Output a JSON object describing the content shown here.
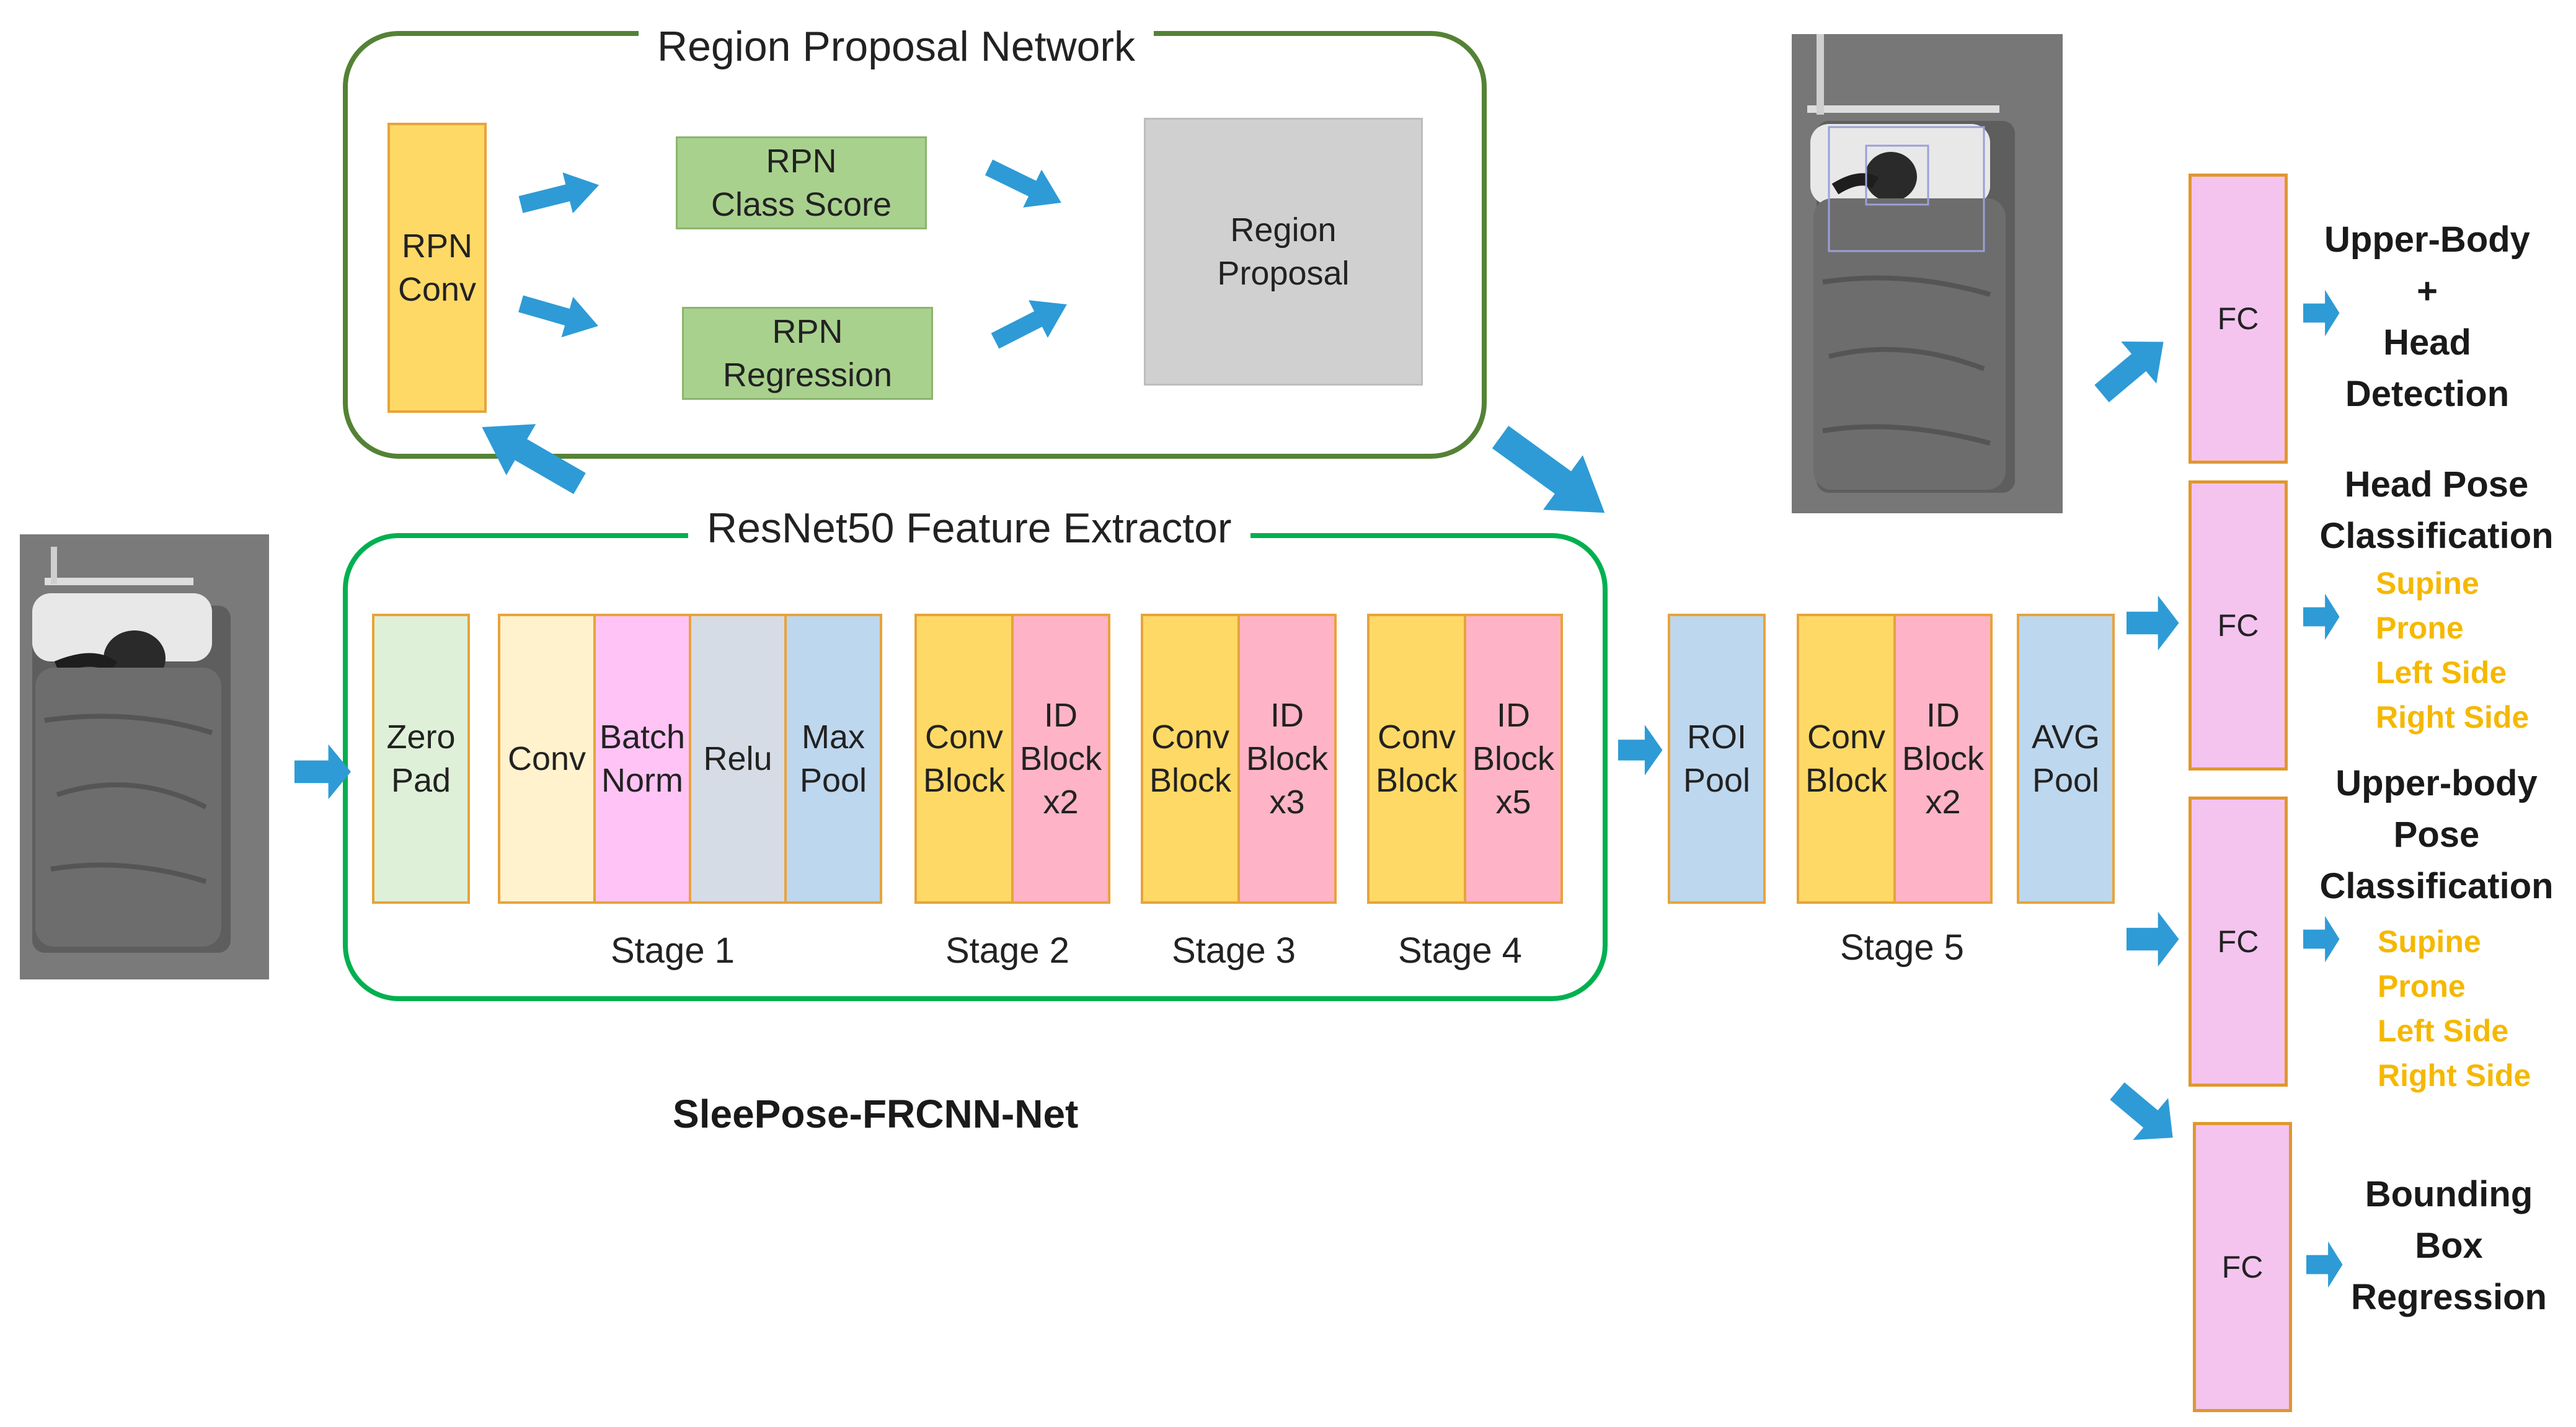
{
  "colors": {
    "arrow": "#2e9bd6",
    "rpn_border": "#548235",
    "resnet_border": "#00b050",
    "yellow": "#ffd966",
    "green": "#a9d18e",
    "gray": "#d0d0d0",
    "light_green": "#dff0d8",
    "cream": "#fff2cc",
    "magenta": "#ffc3f5",
    "blue_gray": "#d6dce5",
    "light_blue": "#bdd7ee",
    "pink": "#ffb3c6",
    "fc_pink": "#f4c4ef",
    "class_text": "#f5b800"
  },
  "rpn": {
    "title": "Region Proposal Network",
    "conv": "RPN\nConv",
    "class_score": "RPN\nClass Score",
    "regression": "RPN\nRegression",
    "proposal": "Region\nProposal"
  },
  "resnet": {
    "title": "ResNet50 Feature Extractor",
    "zero_pad": "Zero\nPad",
    "conv": "Conv",
    "batch_norm": "Batch\nNorm",
    "relu": "Relu",
    "max_pool": "Max\nPool",
    "stage1": "Stage 1",
    "s2_conv": "Conv\nBlock",
    "s2_id": "ID\nBlock\nx2",
    "stage2": "Stage 2",
    "s3_conv": "Conv\nBlock",
    "s3_id": "ID\nBlock\nx3",
    "stage3": "Stage 3",
    "s4_conv": "Conv\nBlock",
    "s4_id": "ID\nBlock\nx5",
    "stage4": "Stage 4"
  },
  "head": {
    "roi_pool": "ROI\nPool",
    "s5_conv": "Conv\nBlock",
    "s5_id": "ID\nBlock\nx2",
    "stage5": "Stage 5",
    "avg_pool": "AVG\nPool"
  },
  "outputs": [
    {
      "fc": "FC",
      "title": "Upper-Body\n+\nHead\nDetection"
    },
    {
      "fc": "FC",
      "title": "Head Pose\nClassification",
      "classes": "Supine\nProne\nLeft Side\nRight Side"
    },
    {
      "fc": "FC",
      "title": "Upper-body\nPose\nClassification",
      "classes": "Supine\nProne\nLeft Side\nRight Side"
    },
    {
      "fc": "FC",
      "title": "Bounding\nBox\nRegression"
    }
  ],
  "caption": "SleePose-FRCNN-Net"
}
